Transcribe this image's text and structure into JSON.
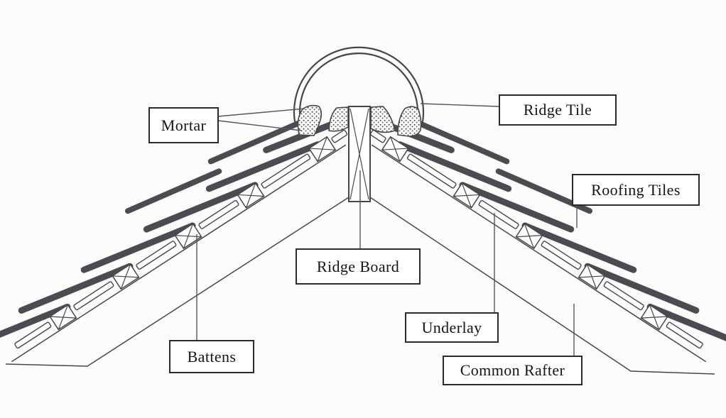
{
  "diagram": {
    "labels": {
      "mortar": "Mortar",
      "ridge_tile": "Ridge Tile",
      "roofing_tiles": "Roofing Tiles",
      "ridge_board": "Ridge Board",
      "underlay": "Underlay",
      "battens": "Battens",
      "common_rafter": "Common Rafter"
    },
    "colors": {
      "background": "#fcfcfc",
      "paper": "#ffffff",
      "ink": "#45454c",
      "tile": "#4b4b52",
      "leader": "#55555b",
      "label_border": "#2b2b2b",
      "label_text": "#141414"
    }
  }
}
